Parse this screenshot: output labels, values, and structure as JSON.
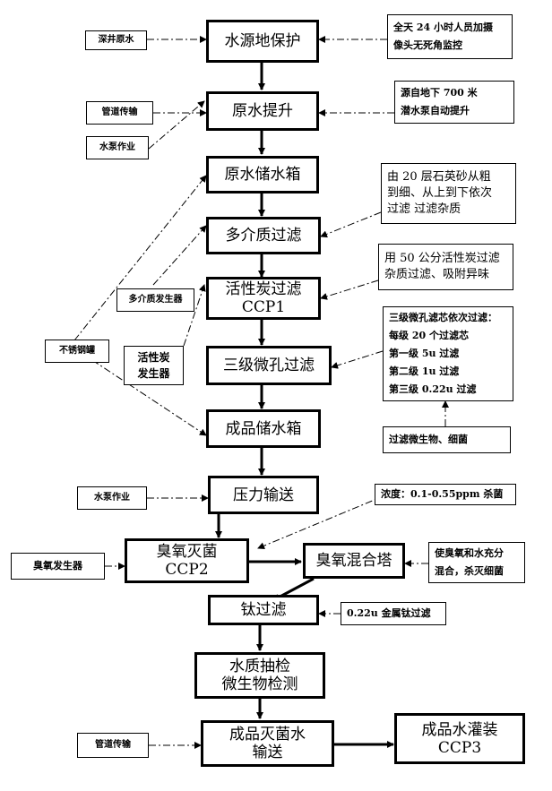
{
  "steps": {
    "s1": "水源地保护",
    "s2": "原水提升",
    "s3": "原水储水箱",
    "s4": "多介质过滤",
    "s5_name": "活性炭过滤",
    "s5_ccp": "CCP1",
    "s6": "三级微孔过滤",
    "s7": "成品储水箱",
    "s8": "压力输送",
    "s9_name": "臭氧灭菌",
    "s9_ccp": "CCP2",
    "s10": "臭氧混合塔",
    "s11": "钛过滤",
    "s12_line1": "水质抽检",
    "s12_line2": "微生物检测",
    "s13_line1": "成品灭菌水",
    "s13_line2": "输送",
    "s14_name": "成品水灌装",
    "s14_ccp": "CCP3"
  },
  "inputs": {
    "deep_well": "深井原水",
    "pipe1": "管道传输",
    "pump1": "水泵作业",
    "multimedia_gen": "多介质发生器",
    "stainless": "不锈钢罐",
    "carbon_gen": "活性炭\n发生器",
    "pump2": "水泵作业",
    "ozone_gen": "臭氧发生器",
    "pipe2": "管道传输"
  },
  "notes": {
    "monitor": "全天 24 小时人员加摄\n像头无死角监控",
    "underground": "源自地下 700 米\n潜水泵自动提升",
    "quartz": "由 20 层石英砂从粗\n到细、从上到下依次\n过滤 过滤杂质",
    "carbon": "用 50 公分活性炭过滤\n杂质过滤、吸附异味",
    "filters": "三级微孔滤芯依次过滤：\n每级 20 个过滤芯\n第一级 5u 过滤\n第二级 1u 过滤\n第三级 0.22u 过滤",
    "microbe": "过滤微生物、细菌",
    "concentration": "浓度：0.1-0.55ppm 杀菌",
    "mix": "使臭氧和水充分\n混合，杀灭细菌",
    "titanium": "0.22u 金属钛过滤"
  }
}
